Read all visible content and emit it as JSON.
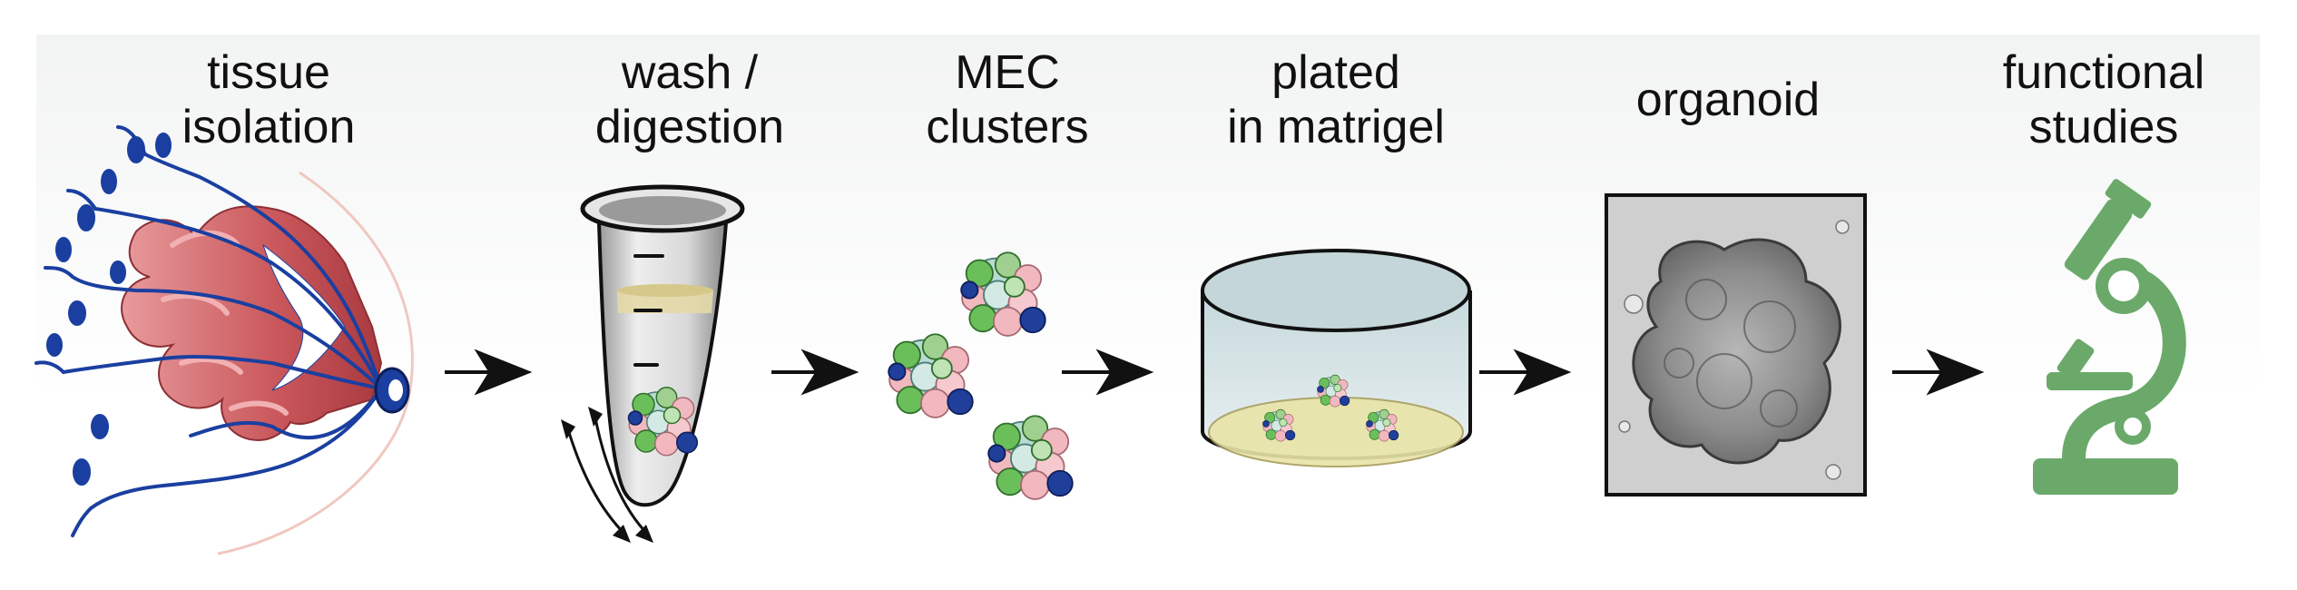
{
  "figure": {
    "steps": [
      {
        "line1": "tissue",
        "line2": "isolation",
        "icon": "breast-tissue-icon"
      },
      {
        "line1": "wash /",
        "line2": "digestion",
        "icon": "tube-icon"
      },
      {
        "line1": "MEC",
        "line2": "clusters",
        "icon": "cell-clusters-icon"
      },
      {
        "line1": "plated",
        "line2": "in matrigel",
        "icon": "matrigel-dish-icon"
      },
      {
        "line1": "organoid",
        "line2": "",
        "icon": "organoid-micrograph"
      },
      {
        "line1": "functional",
        "line2": "studies",
        "icon": "microscope-icon"
      }
    ],
    "colors": {
      "lobule_red": "#c9575b",
      "duct_blue": "#1a3fa0",
      "cell_green": "#6bbf5a",
      "cell_pink": "#f2b8bf",
      "cell_navy": "#1f3f9a",
      "cell_teal": "#b8dcd4",
      "microscope_green": "#6aa96a",
      "gel_yellow": "#e9e4a8",
      "arrow": "#111111"
    }
  }
}
